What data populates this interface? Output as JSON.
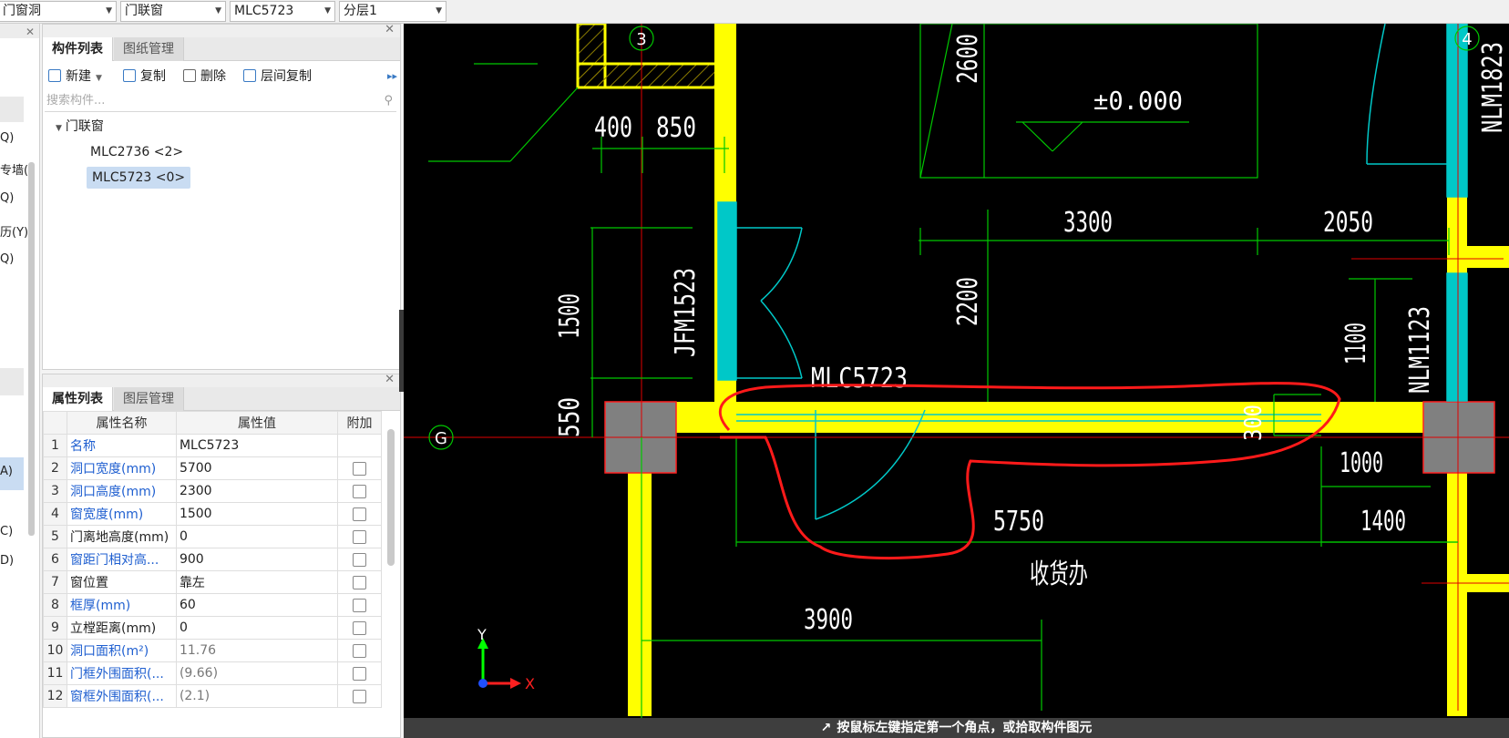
{
  "toolbar": {
    "selects": [
      "门窗洞",
      "门联窗",
      "MLC5723",
      "分层1"
    ]
  },
  "left_strip": {
    "items": [
      "Q)",
      "专墙(.",
      "Q)",
      "历(Y)",
      "Q)",
      "A)",
      "C)",
      "D)"
    ]
  },
  "component_panel": {
    "tabs": [
      "构件列表",
      "图纸管理"
    ],
    "actions": {
      "new": "新建",
      "copy": "复制",
      "delete": "删除",
      "floor_copy": "层间复制"
    },
    "search_placeholder": "搜索构件...",
    "tree": {
      "group": "门联窗",
      "items": [
        "MLC2736 <2>",
        "MLC5723 <0>"
      ]
    }
  },
  "property_panel": {
    "tabs": [
      "属性列表",
      "图层管理"
    ],
    "headers": {
      "name": "属性名称",
      "value": "属性值",
      "extra": "附加"
    },
    "rows": [
      {
        "no": "1",
        "name": "名称",
        "value": "MLC5723"
      },
      {
        "no": "2",
        "name": "洞口宽度(mm)",
        "value": "5700"
      },
      {
        "no": "3",
        "name": "洞口高度(mm)",
        "value": "2300"
      },
      {
        "no": "4",
        "name": "窗宽度(mm)",
        "value": "1500"
      },
      {
        "no": "5",
        "name": "门离地高度(mm)",
        "value": "0"
      },
      {
        "no": "6",
        "name": "窗距门相对高...",
        "value": "900"
      },
      {
        "no": "7",
        "name": "窗位置",
        "value": "靠左"
      },
      {
        "no": "8",
        "name": "框厚(mm)",
        "value": "60"
      },
      {
        "no": "9",
        "name": "立樘距离(mm)",
        "value": "0"
      },
      {
        "no": "10",
        "name": "洞口面积(m²)",
        "value": "11.76"
      },
      {
        "no": "11",
        "name": "门框外围面积(...",
        "value": "(9.66)"
      },
      {
        "no": "12",
        "name": "窗框外围面积(...",
        "value": "(2.1)"
      }
    ]
  },
  "drawing": {
    "axis_labels": {
      "col3": "3",
      "col4": "4",
      "rowG": "G"
    },
    "dimensions": {
      "d400": "400",
      "d850": "850",
      "d2600": "2600",
      "d3300": "3300",
      "d2050": "2050",
      "d1500": "1500",
      "d2200": "2200",
      "d1100": "1100",
      "d550": "550",
      "d300": "300",
      "d1000": "1000",
      "d5750": "5750",
      "d1400": "1400",
      "d3900": "3900"
    },
    "elevation": "±0.000",
    "labels": {
      "jfm": "JFM1523",
      "mlc": "MLC5723",
      "nlm1123": "NLM1123",
      "nlm1823": "NLM1823",
      "room": "收货办"
    },
    "ucs": {
      "y": "Y",
      "x": "X"
    }
  },
  "status_bar": {
    "text": "按鼠标左键指定第一个角点，或拾取构件图元"
  },
  "colors": {
    "wall": "#ffff00",
    "door": "#00c8c8",
    "dim": "#00c800",
    "axis": "#e00000",
    "highlight": "#ff1a1a"
  }
}
